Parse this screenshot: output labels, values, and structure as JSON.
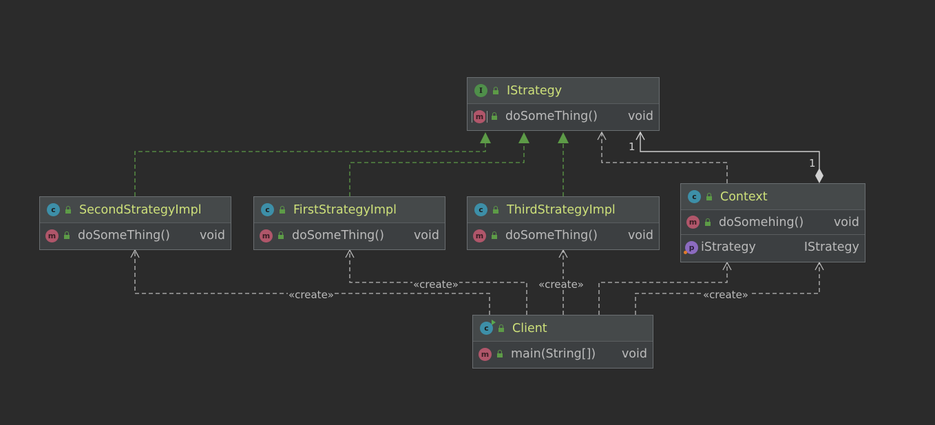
{
  "diagram": {
    "istrategy": {
      "title": "IStrategy",
      "kind_icon": "interface-icon",
      "methods": [
        {
          "name": "doSomeThing()",
          "type": "void",
          "icon": "abstract-method-icon"
        }
      ]
    },
    "second_impl": {
      "title": "SecondStrategyImpl",
      "kind_icon": "class-icon",
      "methods": [
        {
          "name": "doSomeThing()",
          "type": "void",
          "icon": "method-icon"
        }
      ]
    },
    "first_impl": {
      "title": "FirstStrategyImpl",
      "kind_icon": "class-icon",
      "methods": [
        {
          "name": "doSomeThing()",
          "type": "void",
          "icon": "method-icon"
        }
      ]
    },
    "third_impl": {
      "title": "ThirdStrategyImpl",
      "kind_icon": "class-icon",
      "methods": [
        {
          "name": "doSomeThing()",
          "type": "void",
          "icon": "method-icon"
        }
      ]
    },
    "context": {
      "title": "Context",
      "kind_icon": "class-icon",
      "methods": [
        {
          "name": "doSomehing()",
          "type": "void",
          "icon": "method-icon"
        }
      ],
      "fields": [
        {
          "name": "iStrategy",
          "type": "IStrategy",
          "icon": "property-icon"
        }
      ]
    },
    "client": {
      "title": "Client",
      "kind_icon": "runnable-class-icon",
      "methods": [
        {
          "name": "main(String[])",
          "type": "void",
          "icon": "method-icon"
        }
      ]
    },
    "relations": {
      "create_label": "«create»",
      "aggregation_multiplicity_source": "1",
      "aggregation_multiplicity_target": "1"
    }
  },
  "colors": {
    "background": "#2b2b2b",
    "class_title": "#cde07a",
    "realization_edge": "#5d9b47",
    "dependency_edge": "#bbbbbb"
  }
}
